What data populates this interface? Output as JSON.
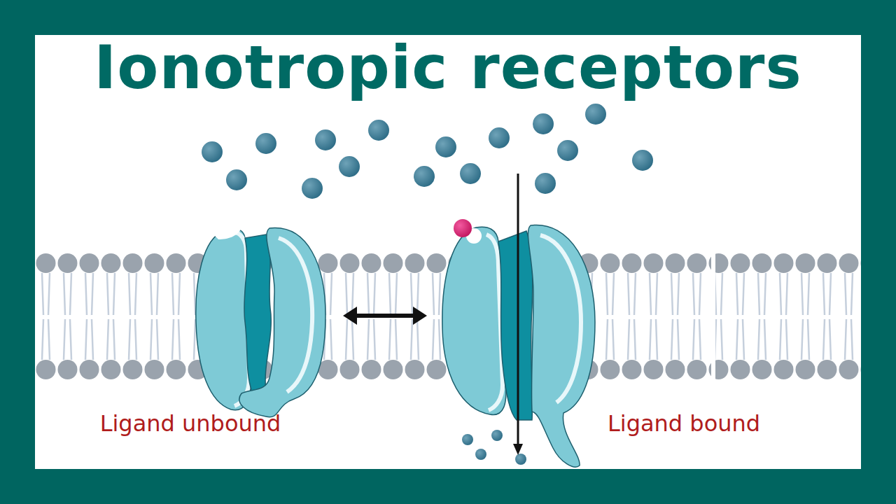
{
  "diagram": {
    "title": "Ionotropic receptors",
    "labels": [
      "Ligand unbound",
      "Ligand bound"
    ]
  }
}
